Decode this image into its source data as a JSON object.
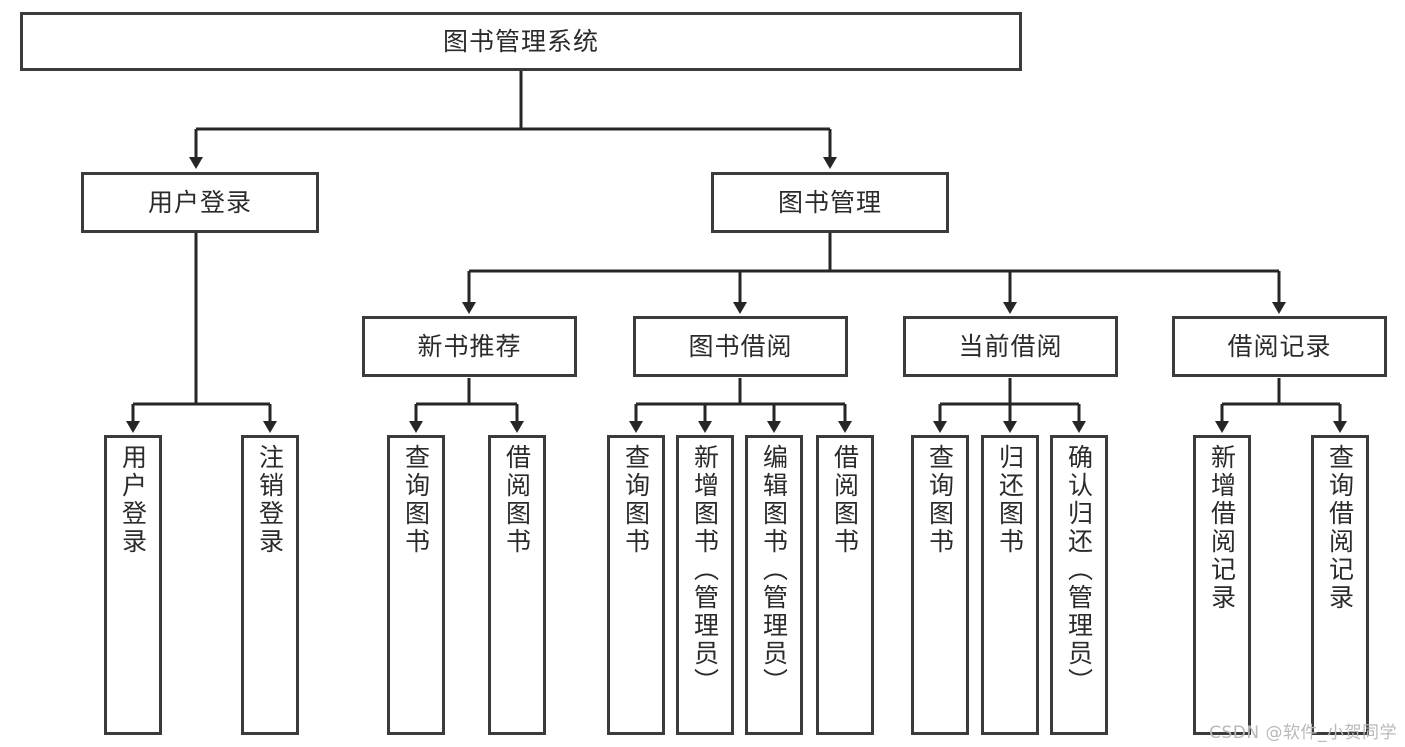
{
  "diagram": {
    "type": "tree",
    "title": "图书管理系统",
    "orientation": "top-down",
    "colors": {
      "box_border": "#3b3b3b",
      "box_fill": "#ffffff",
      "connector": "#262626",
      "text": "#2b2b2b",
      "watermark": "#b9b9b9"
    },
    "root": {
      "label": "图书管理系统"
    },
    "level2": [
      {
        "label": "用户登录"
      },
      {
        "label": "图书管理"
      }
    ],
    "level3": [
      {
        "label": "新书推荐"
      },
      {
        "label": "图书借阅"
      },
      {
        "label": "当前借阅"
      },
      {
        "label": "借阅记录"
      }
    ],
    "leaves": {
      "user_login": [
        {
          "label": "用户登录"
        },
        {
          "label": "注销登录"
        }
      ],
      "new_books": [
        {
          "label": "查询图书"
        },
        {
          "label": "借阅图书"
        }
      ],
      "book_borrow": [
        {
          "label": "查询图书"
        },
        {
          "label": "新增图书（管理员）"
        },
        {
          "label": "编辑图书（管理员）"
        },
        {
          "label": "借阅图书"
        }
      ],
      "current_borrow": [
        {
          "label": "查询图书"
        },
        {
          "label": "归还图书"
        },
        {
          "label": "确认归还（管理员）"
        }
      ],
      "borrow_records": [
        {
          "label": "新增借阅记录"
        },
        {
          "label": "查询借阅记录"
        }
      ]
    }
  },
  "watermark": {
    "text": "CSDN @软件_小贺同学"
  }
}
